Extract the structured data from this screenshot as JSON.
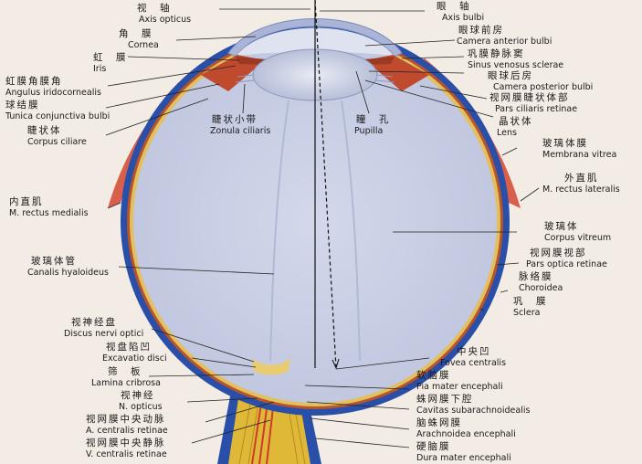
{
  "colors": {
    "background": "#f3ece4",
    "vitreous": "#c9cfe4",
    "sclera": "#2a4fa8",
    "choroid": "#b8542a",
    "retina": "#e2c060",
    "muscle": "#d8604a",
    "optic_nerve": "#e0b838",
    "central_vessels": "#cc3b2a"
  },
  "labels": {
    "axis_opticus": {
      "zh": "视　轴",
      "la": "Axis opticus"
    },
    "cornea": {
      "zh": "角　膜",
      "la": "Cornea"
    },
    "iris": {
      "zh": "虹　膜",
      "la": "Iris"
    },
    "angulus": {
      "zh": "虹膜角膜角",
      "la": "Angulus iridocornealis"
    },
    "tunica_conjunctiva": {
      "zh": "球结膜",
      "la": "Tunica conjunctiva bulbi"
    },
    "corpus_ciliare": {
      "zh": "睫状体",
      "la": "Corpus ciliare"
    },
    "rectus_medialis": {
      "zh": "内直肌",
      "la": "M. rectus medialis"
    },
    "canalis_hyaloideus": {
      "zh": "玻璃体管",
      "la": "Canalis hyaloideus"
    },
    "zonula_ciliaris": {
      "zh": "睫状小带",
      "la": "Zonula ciliaris"
    },
    "pupilla": {
      "zh": "瞳　孔",
      "la": "Pupilla"
    },
    "axis_bulbi": {
      "zh": "眼　轴",
      "la": "Axis bulbi"
    },
    "camera_anterior": {
      "zh": "眼球前房",
      "la": "Camera anterior bulbi"
    },
    "sinus_venosus": {
      "zh": "巩膜静脉窦",
      "la": "Sinus venosus sclerae"
    },
    "camera_posterior": {
      "zh": "眼球后房",
      "la": "Camera posterior bulbi"
    },
    "pars_ciliaris": {
      "zh": "视网膜睫状体部",
      "la": "Pars ciliaris retinae"
    },
    "lens": {
      "zh": "晶状体",
      "la": "Lens"
    },
    "membrana_vitrea": {
      "zh": "玻璃体膜",
      "la": "Membrana vitrea"
    },
    "rectus_lateralis": {
      "zh": "外直肌",
      "la": "M. rectus lateralis"
    },
    "corpus_vitreum": {
      "zh": "玻璃体",
      "la": "Corpus vitreum"
    },
    "pars_optica": {
      "zh": "视网膜视部",
      "la": "Pars optica retinae"
    },
    "choroidea": {
      "zh": "脉络膜",
      "la": "Choroidea"
    },
    "sclera": {
      "zh": "巩　膜",
      "la": "Sclera"
    },
    "discus_nervi": {
      "zh": "视神经盘",
      "la": "Discus nervi optici"
    },
    "excavatio_disci": {
      "zh": "视盘陷凹",
      "la": "Excavatio disci"
    },
    "lamina_cribrosa": {
      "zh": "筛　板",
      "la": "Lamina cribrosa"
    },
    "n_opticus": {
      "zh": "视神经",
      "la": "N. opticus"
    },
    "a_centralis": {
      "zh": "视网膜中央动脉",
      "la": "A. centralis retinae"
    },
    "v_centralis": {
      "zh": "视网膜中央静脉",
      "la": "V. centralis retinae"
    },
    "fovea": {
      "zh": "中央凹",
      "la": "Fovea centralis"
    },
    "pia_mater": {
      "zh": "软脑膜",
      "la": "Pia mater encephali"
    },
    "cavitas": {
      "zh": "蛛网膜下腔",
      "la": "Cavitas subarachnoidealis"
    },
    "arachnoidea": {
      "zh": "脑蛛网膜",
      "la": "Arachnoidea encephali"
    },
    "dura_mater": {
      "zh": "硬脑膜",
      "la": "Dura mater encephali"
    }
  }
}
